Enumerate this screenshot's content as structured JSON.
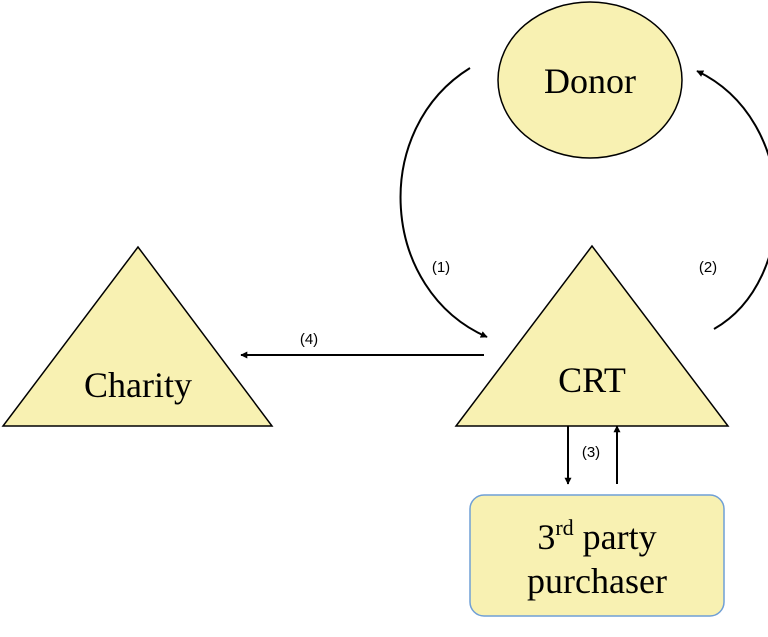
{
  "colors": {
    "node_fill": "#f8f1b2",
    "node_stroke": "#000000",
    "purchaser_stroke": "#6f9fd6",
    "arrow": "#000000"
  },
  "nodes": {
    "donor": {
      "label": "Donor",
      "shape": "ellipse"
    },
    "crt": {
      "label": "CRT",
      "shape": "triangle"
    },
    "charity": {
      "label": "Charity",
      "shape": "triangle"
    },
    "purchaser": {
      "label_prefix": "3",
      "label_sup": "rd",
      "label_line1_rest": " party",
      "label_line2": "purchaser",
      "shape": "rounded-rectangle"
    }
  },
  "edges": {
    "e1": {
      "label": "(1)",
      "from": "Donor",
      "to": "CRT"
    },
    "e2": {
      "label": "(2)",
      "from": "CRT",
      "to": "Donor"
    },
    "e3": {
      "label": "(3)",
      "between": [
        "CRT",
        "3rd party purchaser"
      ]
    },
    "e4": {
      "label": "(4)",
      "from": "CRT",
      "to": "Charity"
    }
  }
}
